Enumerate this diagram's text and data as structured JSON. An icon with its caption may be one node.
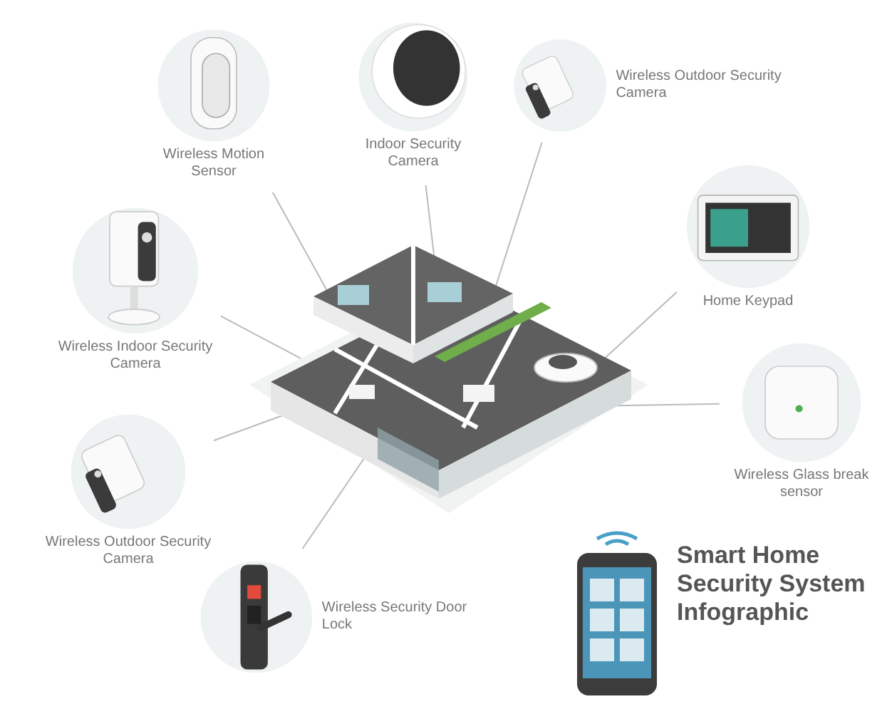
{
  "diagram": {
    "title": "Smart Home Security System Infographic",
    "nodes": [
      {
        "text": [
          "Indoor Security Camera"
        ]
      },
      {
        "text": [
          "Wireless Outdoor Security Camera"
        ]
      },
      {
        "text": [
          "Wireless Motion Sensor"
        ]
      },
      {
        "text": [
          "Home Keypad"
        ]
      },
      {
        "text": [
          "Wireless Indoor Security Camera"
        ]
      },
      {
        "text": [
          "Wireless Glass break sensor"
        ]
      },
      {
        "text": [
          "Wireless Outdoor Security Camera"
        ]
      },
      {
        "text": [
          "Wireless Security Door Lock"
        ]
      },
      {
        "text": [],
        "shape": "picture"
      }
    ],
    "edges": [
      {
        "from": 0,
        "to": 8,
        "arrow": "none"
      },
      {
        "from": 1,
        "to": 8,
        "arrow": "none"
      },
      {
        "from": 2,
        "to": 8,
        "arrow": "none"
      },
      {
        "from": 3,
        "to": 8,
        "arrow": "none"
      },
      {
        "from": 4,
        "to": 8,
        "arrow": "none"
      },
      {
        "from": 5,
        "to": 8,
        "arrow": "none"
      },
      {
        "from": 6,
        "to": 8,
        "arrow": "none"
      },
      {
        "from": 7,
        "to": 8,
        "arrow": "none"
      }
    ]
  }
}
